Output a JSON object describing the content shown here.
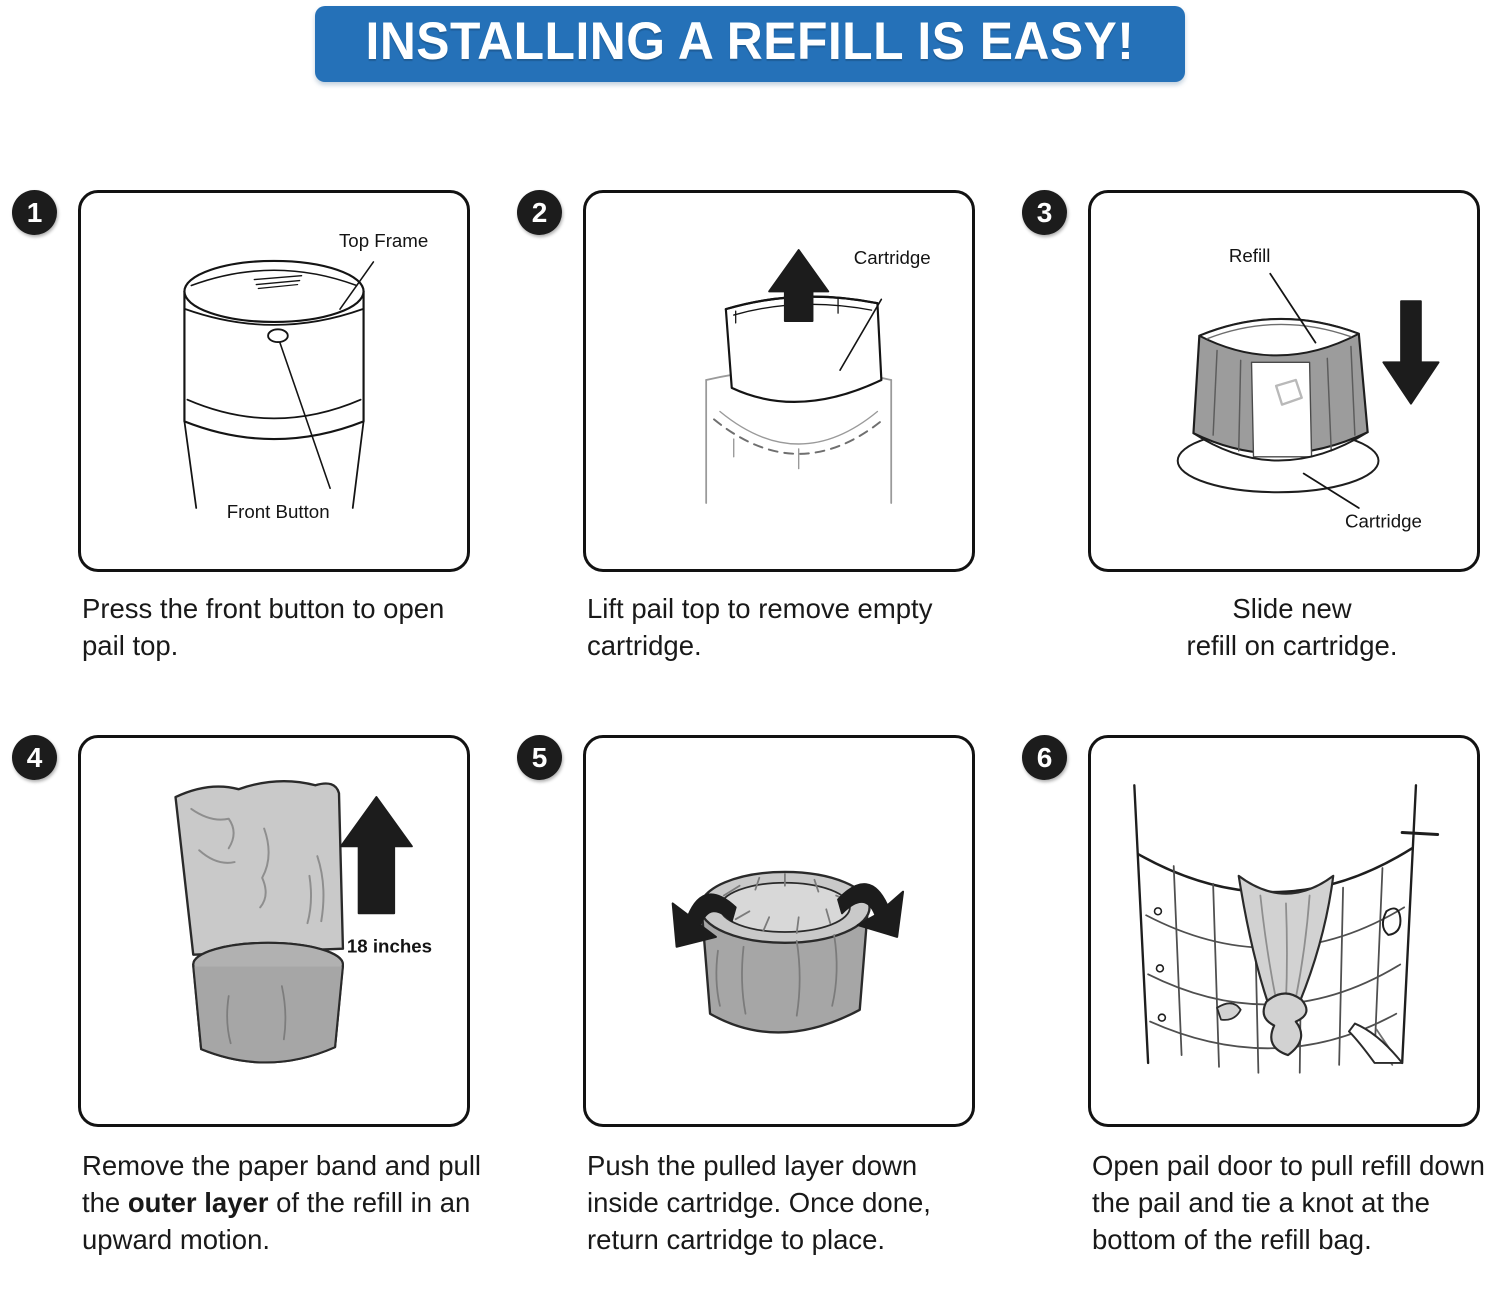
{
  "header": {
    "title": "INSTALLING A REFILL IS EASY!",
    "banner_color": "#2571b8",
    "text_color": "#ffffff"
  },
  "colors": {
    "line": "#121212",
    "bag_light_gray": "#c9c9c9",
    "bag_mid_gray": "#a6a6a6",
    "arrow_black": "#1c1c1c",
    "panel_border": "#121212",
    "page_background": "#ffffff"
  },
  "steps": [
    {
      "number": "1",
      "caption": "Press the front button to open pail top.",
      "caption_align": "left",
      "illustration": "pail-with-closed-top",
      "labels": [
        {
          "name": "top-frame",
          "text": "Top Frame"
        },
        {
          "name": "front-button",
          "text": "Front Button"
        }
      ]
    },
    {
      "number": "2",
      "caption": "Lift pail top to remove empty cartridge.",
      "caption_align": "left",
      "illustration": "cartridge-lifted-out-of-pail",
      "labels": [
        {
          "name": "cartridge",
          "text": "Cartridge"
        }
      ],
      "arrow": "up"
    },
    {
      "number": "3",
      "caption_line_1": "Slide new",
      "caption_line_2": "refill on cartridge.",
      "caption": "Slide new refill on cartridge.",
      "caption_align": "center",
      "illustration": "refill-ring-over-cartridge",
      "labels": [
        {
          "name": "refill",
          "text": "Refill"
        },
        {
          "name": "cartridge",
          "text": "Cartridge"
        }
      ],
      "arrow": "down"
    },
    {
      "number": "4",
      "caption_prefix": "Remove the paper band and pull the ",
      "caption_bold": "outer layer",
      "caption_suffix": " of the refill in an upward motion.",
      "caption": "Remove the paper band and pull the outer layer of the refill in an upward motion.",
      "caption_align": "left",
      "illustration": "refill-outer-layer-pulled-up",
      "labels": [
        {
          "name": "measurement",
          "text": "18 inches"
        }
      ],
      "arrow": "up"
    },
    {
      "number": "5",
      "caption": "Push the pulled layer down inside cartridge. Once done, return cartridge to place.",
      "caption_align": "left",
      "illustration": "cartridge-with-layer-tucked-in",
      "labels": [],
      "arrow": "curved-both"
    },
    {
      "number": "6",
      "caption": "Open pail door to pull refill down the pail and tie a knot at the bottom of the refill bag.",
      "caption_align": "left",
      "illustration": "pail-door-open-knot-tied",
      "labels": []
    }
  ]
}
